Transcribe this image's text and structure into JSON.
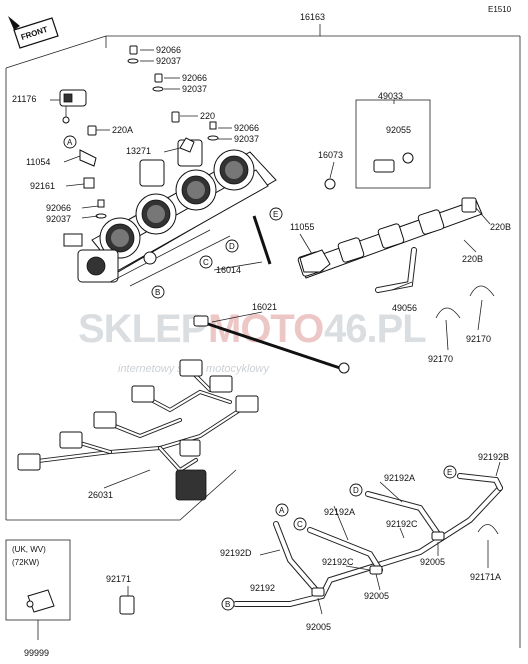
{
  "diagram_code": "E1510",
  "front_marker": "FRONT",
  "watermark": {
    "brand_left": "SKLEP",
    "brand_mid": "MOTO",
    "brand_right": "46.PL",
    "tagline": "internetowy sklep motocyklowy"
  },
  "callouts": {
    "A": "A",
    "B": "B",
    "C": "C",
    "D": "D",
    "E": "E"
  },
  "parts": {
    "p16163": "16163",
    "p92066_1": "92066",
    "p92037_1": "92037",
    "p92066_2": "92066",
    "p92037_2": "92037",
    "p21176": "21176",
    "p220A": "220A",
    "p220": "220",
    "p92066_3": "92066",
    "p92037_3": "92037",
    "p13271": "13271",
    "p11054": "11054",
    "p92161": "92161",
    "p92066_4": "92066",
    "p92037_4": "92037",
    "p49033": "49033",
    "p92055": "92055",
    "p16073": "16073",
    "p11055": "11055",
    "p220B_1": "220B",
    "p220B_2": "220B",
    "p16014": "16014",
    "p49056": "49056",
    "p16021": "16021",
    "p92170_1": "92170",
    "p92170_2": "92170",
    "p26031": "26031",
    "p92192B": "92192B",
    "p92192A_1": "92192A",
    "p92192A_2": "92192A",
    "p92192C_1": "92192C",
    "p92192C_2": "92192C",
    "p92192D": "92192D",
    "p92005_1": "92005",
    "p92005_2": "92005",
    "p92005_3": "92005",
    "p92171A": "92171A",
    "p92192": "92192",
    "p92171": "92171",
    "p99999": "99999"
  },
  "region_note": {
    "line1": "(UK, WV)",
    "line2": "(72KW)"
  }
}
